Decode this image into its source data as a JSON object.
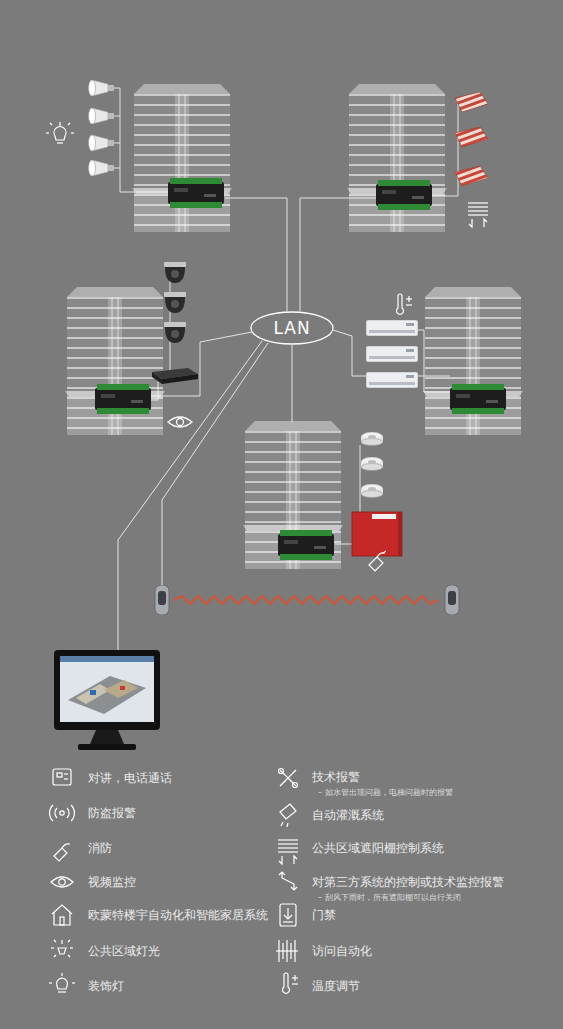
{
  "diagram": {
    "nodes": [
      {
        "text": [
          "LAN"
        ]
      }
    ],
    "labels": [
      "– 如水管出现问题，电梯问题时的报警",
      "– 刮风下雨时，所有遮阳棚可以自行关闭"
    ],
    "legend": [
      {
        "text": "对讲，电话通话"
      },
      {
        "text": "防盗报警"
      },
      {
        "text": "消防"
      },
      {
        "text": "视频监控"
      },
      {
        "text": "欧蒙特楼宇自动化和智能家居系统"
      },
      {
        "text": "公共区域灯光"
      },
      {
        "text": "装饰灯"
      },
      {
        "text": "技术报警"
      },
      {
        "text": "自动灌溉系统"
      },
      {
        "text": "公共区域遮阳棚控制系统"
      },
      {
        "text": "对第三方系统的控制或技术监控报警"
      },
      {
        "text": "门禁"
      },
      {
        "text": "访问自动化"
      },
      {
        "text": "温度调节"
      }
    ]
  }
}
